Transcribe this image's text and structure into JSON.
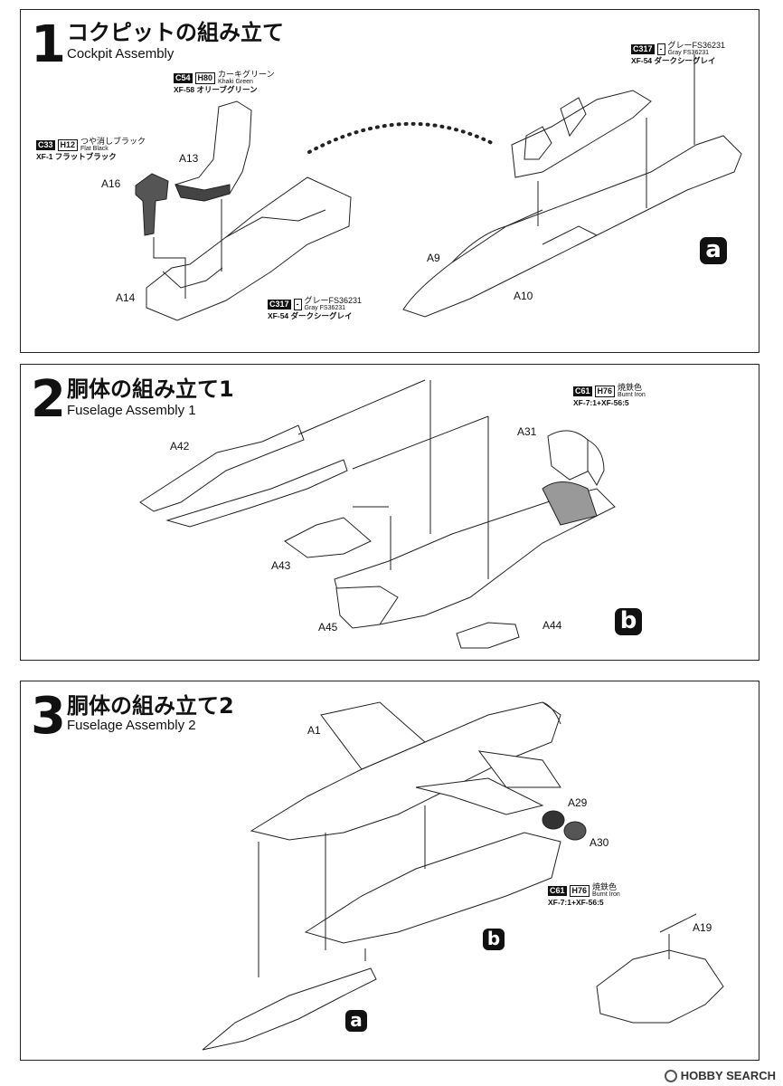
{
  "steps": [
    {
      "number": "1",
      "title_jp": "コクピットの組み立て",
      "title_en": "Cockpit Assembly",
      "parts": [
        "A16",
        "A13",
        "A14",
        "A9",
        "A10"
      ],
      "paints": [
        {
          "code": "C54",
          "hcode": "H80",
          "jp": "カーキグリーン",
          "en": "Khaki Green",
          "xf": "XF-58 オリーブグリーン"
        },
        {
          "code": "C33",
          "hcode": "H12",
          "jp": "つや消しブラック",
          "en": "Flat Black",
          "xf": "XF-1 フラットブラック"
        },
        {
          "code": "C317",
          "hcode": "-",
          "jp": "グレーFS36231",
          "en": "Gray FS36231",
          "xf": "XF-54 ダークシーグレイ"
        },
        {
          "code": "C317",
          "hcode": "-",
          "jp": "グレーFS36231",
          "en": "Gray FS36231",
          "xf": "XF-54 ダークシーグレイ"
        }
      ],
      "ref": "a"
    },
    {
      "number": "2",
      "title_jp": "胴体の組み立て1",
      "title_en": "Fuselage Assembly 1",
      "parts": [
        "A42",
        "A31",
        "A43",
        "A45",
        "A44"
      ],
      "paints": [
        {
          "code": "C61",
          "hcode": "H76",
          "jp": "焼鉄色",
          "en": "Burnt Iron",
          "xf": "XF-7:1+XF-56:5"
        }
      ],
      "ref": "b"
    },
    {
      "number": "3",
      "title_jp": "胴体の組み立て2",
      "title_en": "Fuselage Assembly 2",
      "parts": [
        "A1",
        "A29",
        "A30",
        "A19"
      ],
      "paints": [
        {
          "code": "C61",
          "hcode": "H76",
          "jp": "焼鉄色",
          "en": "Burnt Iron",
          "xf": "XF-7:1+XF-56:5"
        }
      ],
      "refs": [
        "b",
        "a"
      ]
    }
  ],
  "watermark": "HOBBY SEARCH"
}
